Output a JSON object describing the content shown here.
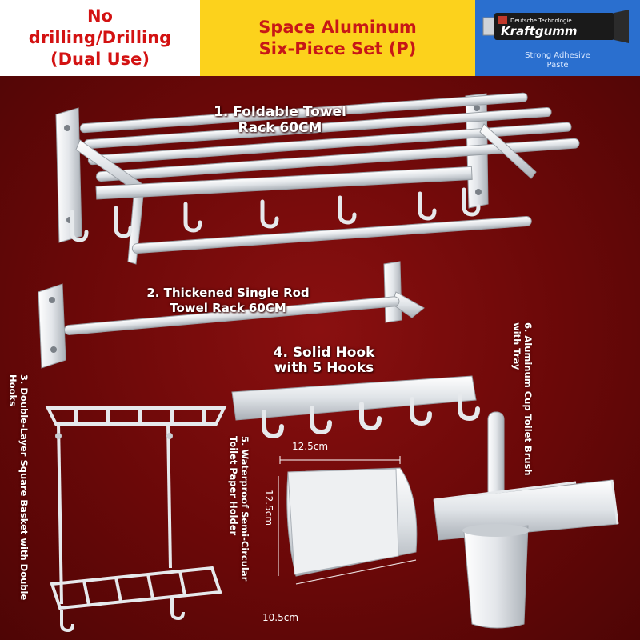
{
  "header": {
    "left_text": "No\ndrilling/Drilling\n(Dual Use)",
    "middle_text": "Space Aluminum\nSix-Piece Set (P)",
    "glue": {
      "brand_small": "Deutsche Technologie",
      "brand": "Kraftgumm",
      "caption": "Strong Adhesive\nPaste"
    }
  },
  "products": [
    {
      "label": "1. Foldable Towel\nRack 60CM",
      "icon": "foldable-towel-rack"
    },
    {
      "label": "2. Thickened Single Rod\nTowel Rack 60CM",
      "icon": "single-rod-towel-rack"
    },
    {
      "label": "3. Double-Layer Square Basket with Double\nHooks",
      "icon": "double-layer-basket"
    },
    {
      "label": "4. Solid Hook\nwith 5 Hooks",
      "icon": "hook-rail"
    },
    {
      "label": "5. Waterproof Semi-Circular\nToilet Paper Holder",
      "icon": "toilet-paper-holder"
    },
    {
      "label": "6. Aluminum Cup Toilet Brush\nwith Tray",
      "icon": "toilet-brush-holder"
    }
  ],
  "dimensions": {
    "width_top": "12.5cm",
    "height_side": "12.5cm",
    "depth_bottom": "10.5cm"
  },
  "colors": {
    "background": "#6e0a0a",
    "header_left_bg": "#ffffff",
    "header_mid_bg": "#fcd21c",
    "header_right_bg": "#2a6fcf",
    "title_red": "#d31212",
    "metal": "#e9ecef"
  }
}
